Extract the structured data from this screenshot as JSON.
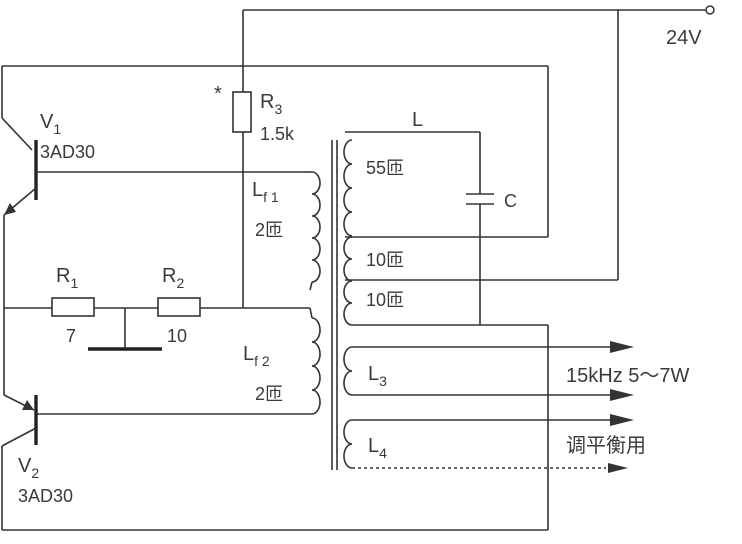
{
  "supply": {
    "label": "24V"
  },
  "r3": {
    "name": "R",
    "sub": "3",
    "value": "1.5k",
    "mark": "*"
  },
  "v1": {
    "name": "V",
    "sub": "1",
    "model": "3AD30"
  },
  "v2": {
    "name": "V",
    "sub": "2",
    "model": "3AD30"
  },
  "r1": {
    "name": "R",
    "sub": "1",
    "value": "7"
  },
  "r2": {
    "name": "R",
    "sub": "2",
    "value": "10"
  },
  "lf1": {
    "name": "L",
    "sub": "f 1",
    "turns": "2匝"
  },
  "lf2": {
    "name": "L",
    "sub": "f 2",
    "turns": "2匝"
  },
  "transformer": {
    "primary_label": "L",
    "w1": "55匝",
    "w2": "10匝",
    "w3": "10匝",
    "cap": "C",
    "l3": {
      "name": "L",
      "sub": "3"
    },
    "l4": {
      "name": "L",
      "sub": "4"
    }
  },
  "output": {
    "freq": "15kHz 5～7W",
    "note": "调平衡用"
  },
  "colors": {
    "ink": "#333333"
  }
}
